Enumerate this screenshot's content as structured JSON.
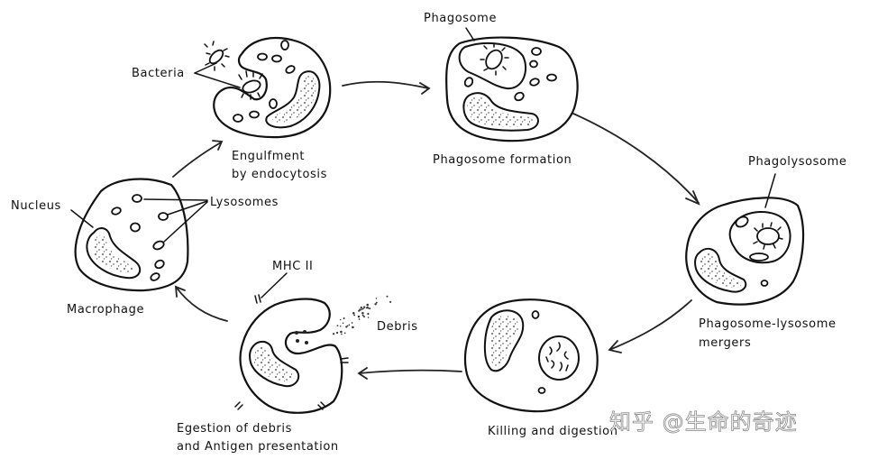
{
  "diagram": {
    "topic": "Phagocytosis cycle of a macrophage",
    "stages": [
      {
        "id": "macrophage",
        "label": "Macrophage"
      },
      {
        "id": "engulfment",
        "label_line1": "Engulfment",
        "label_line2": "by endocytosis"
      },
      {
        "id": "phagosome-formation",
        "label": "Phagosome formation"
      },
      {
        "id": "merger",
        "label_line1": "Phagosome-lysosome",
        "label_line2": "mergers"
      },
      {
        "id": "killing",
        "label": "Killing and digestion"
      },
      {
        "id": "egestion",
        "label_line1": "Egestion of debris",
        "label_line2": "and Antigen presentation"
      }
    ],
    "callouts": {
      "nucleus": "Nucleus",
      "lysosomes": "Lysosomes",
      "bacteria": "Bacteria",
      "phagosome": "Phagosome",
      "phagolysosome": "Phagolysosome",
      "mhc": "MHC II",
      "debris": "Debris"
    },
    "watermark": "知乎 @生命的奇迹"
  }
}
